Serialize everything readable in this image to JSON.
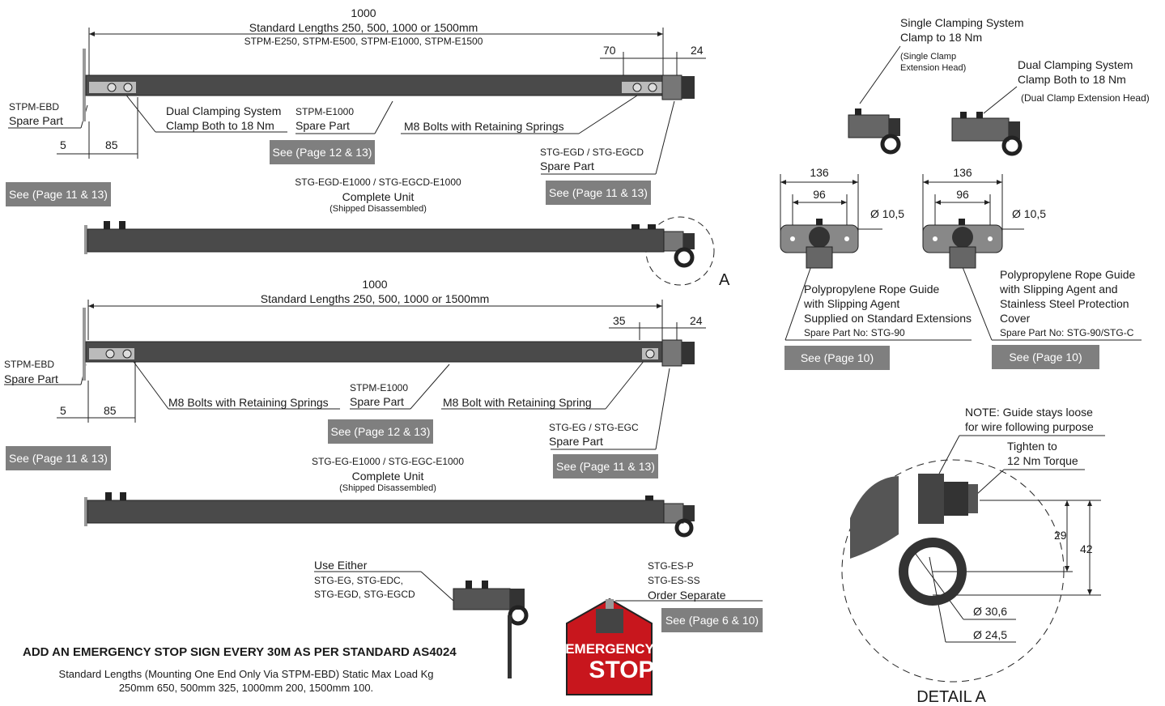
{
  "colors": {
    "bar": "#4a4a4a",
    "button": "#7f7f7f",
    "sign": "#c8161d"
  },
  "top": {
    "dim_total": "1000",
    "std_lengths": "Standard Lengths 250, 500, 1000 or 1500mm",
    "part_codes": "STPM-E250, STPM-E500, STPM-E1000, STPM-E1500",
    "dim_70": "70",
    "dim_24": "24",
    "dim_5": "5",
    "dim_85": "85",
    "ebd_label": [
      "STPM-EBD",
      "Spare Part"
    ],
    "dual_clamp": [
      "Dual Clamping System",
      "Clamp Both to 18 Nm"
    ],
    "e1000": [
      "STPM-E1000",
      "Spare Part"
    ],
    "m8": "M8 Bolts with Retaining Springs",
    "egd": [
      "STG-EGD / STG-EGCD",
      "Spare Part"
    ],
    "see_12_13": "See (Page 12 & 13)",
    "see_11_13_left": "See (Page 11 & 13)",
    "see_11_13_right": "See (Page 11 & 13)",
    "unit": [
      "STG-EGD-E1000 / STG-EGCD-E1000",
      "Complete Unit",
      "(Shipped Disassembled)"
    ],
    "detail_marker": "A"
  },
  "mid": {
    "dim_total": "1000",
    "std_lengths": "Standard Lengths 250, 500, 1000 or 1500mm",
    "dim_35": "35",
    "dim_24": "24",
    "dim_5": "5",
    "dim_85": "85",
    "ebd_label": [
      "STPM-EBD",
      "Spare Part"
    ],
    "m8s": "M8 Bolts with Retaining Springs",
    "e1000": [
      "STPM-E1000",
      "Spare Part"
    ],
    "m8": "M8 Bolt with Retaining Spring",
    "eg": [
      "STG-EG / STG-EGC",
      "Spare Part"
    ],
    "see_12_13": "See (Page 12 & 13)",
    "see_11_13_left": "See (Page 11 & 13)",
    "see_11_13_right": "See (Page 11 & 13)",
    "unit": [
      "STG-EG-E1000 / STG-EGC-E1000",
      "Complete Unit",
      "(Shipped Disassembled)"
    ]
  },
  "bottom": {
    "use_either": [
      "Use Either",
      "STG-EG, STG-EDC,",
      "STG-EGD, STG-EGCD"
    ],
    "headline": "ADD AN EMERGENCY STOP SIGN EVERY 30M AS PER STANDARD AS4024",
    "note": [
      "Standard Lengths (Mounting One End Only Via STPM-EBD) Static Max Load Kg",
      "250mm 650, 500mm 325, 1000mm 200, 1500mm 100."
    ],
    "sign_codes": [
      "STG-ES-P",
      "STG-ES-SS",
      "Order Separate"
    ],
    "see_6_10": "See (Page 6 & 10)",
    "sign_text": [
      "EMERGENCY",
      "STOP"
    ]
  },
  "right": {
    "single": [
      "Single Clamping System",
      "Clamp to 18 Nm"
    ],
    "single_sub": [
      "(Single Clamp",
      "Extension Head)"
    ],
    "dual": [
      "Dual Clamping System",
      "Clamp Both to 18 Nm"
    ],
    "dual_sub": "(Dual Clamp Extension Head)",
    "g1": {
      "d136": "136",
      "d96": "96",
      "hole": "Ø 10,5"
    },
    "g2": {
      "d136": "136",
      "d96": "96",
      "hole": "Ø 10,5"
    },
    "guide1": [
      "Polypropylene Rope Guide",
      "with Slipping Agent",
      "Supplied on Standard Extensions",
      "Spare Part No: STG-90"
    ],
    "guide2": [
      "Polypropylene Rope Guide",
      "with Slipping Agent and",
      "Stainless Steel Protection",
      "Cover",
      "Spare Part No: STG-90/STG-C"
    ],
    "see_10a": "See (Page 10)",
    "see_10b": "See (Page 10)",
    "detail_note": [
      "NOTE: Guide stays loose",
      "for wire following purpose"
    ],
    "tighten": [
      "Tighten to",
      "12 Nm Torque"
    ],
    "d29": "29",
    "d42": "42",
    "d306": "Ø 30,6",
    "d245": "Ø 24,5",
    "detail_title": "DETAIL A"
  }
}
